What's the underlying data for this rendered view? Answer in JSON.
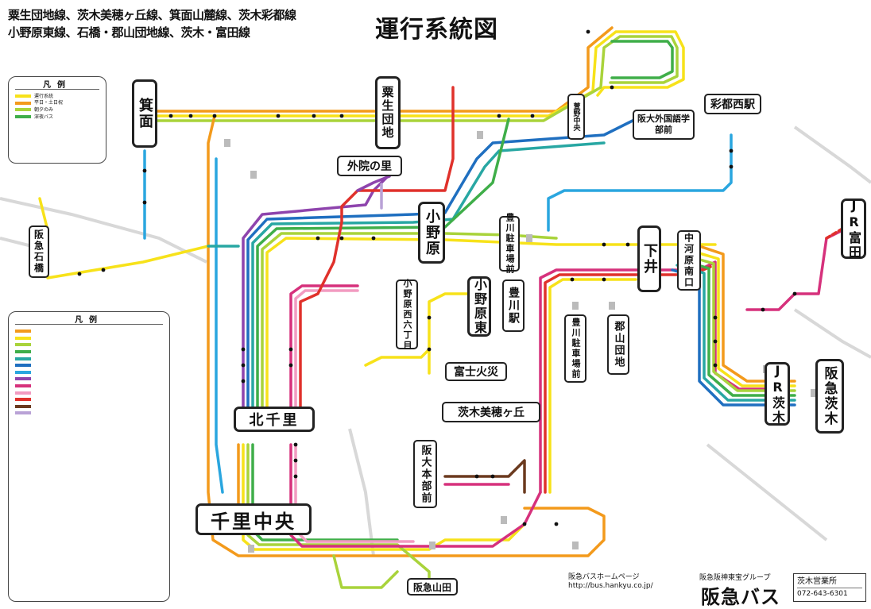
{
  "header": {
    "routes_line1": "粟生団地線、茨木美穂ヶ丘線、箕面山麓線、茨木彩都線",
    "routes_line2": "小野原東線、石橋・郡山団地線、茨木・富田線",
    "title": "運行系統図"
  },
  "stations": {
    "minoh": "箕面",
    "ao_danchi": "粟生団地",
    "handai_gaikokugo": "阪大外国語学部前",
    "saito_nishi": "彩都西駅",
    "gein_no_sato": "外院の里",
    "onohara": "小野原",
    "hankyu_ishibashi": "阪急石橋",
    "onohara_tomaru": "小野原東",
    "onohara_nishi": "小野原西六丁目",
    "toyokawa_station": "豊川駅",
    "fuji_kasai": "富士火災",
    "shimo": "下井",
    "nakagawara": "中河原南口",
    "jr_tomita": "JR富田",
    "toyokawa_shidou": "豊川駐車場前",
    "koriyama": "郡山団地",
    "kita_senri": "北千里",
    "senri_chuo": "千里中央",
    "ibaraki_mihogaoka": "茨木美穂ヶ丘",
    "handai_honbu": "阪大本部前",
    "jr_ibaraki": "JR茨木",
    "hankyu_ibaraki": "阪急茨木",
    "hankyu_yamada": "阪急山田",
    "kayano_chuo": "萱野中央"
  },
  "legend_small": {
    "title": "凡例",
    "items": [
      "運行系統",
      "平日・土日祝",
      "朝夕のみ",
      "深夜バス"
    ]
  },
  "legend_large": {
    "title": "凡例"
  },
  "footer": {
    "homepage_label": "阪急バスホームページ",
    "homepage_url": "http://bus.hankyu.co.jp/",
    "group": "阪急阪神東宝グループ",
    "brand": "阪急バス",
    "office_name": "茨木営業所",
    "office_tel": "072-643-6301"
  },
  "colors": {
    "orange": "#f39a1c",
    "yellow": "#f7e21a",
    "lime": "#a9d33b",
    "green": "#3fae49",
    "teal": "#28a7a3",
    "blue": "#1f6fc0",
    "lightblue": "#2aa6df",
    "purple": "#8e44ad",
    "magenta": "#d6317c",
    "pink": "#f29bc1",
    "red": "#e0312b",
    "brown": "#6b3a1f",
    "lavender": "#b9a2d6"
  }
}
